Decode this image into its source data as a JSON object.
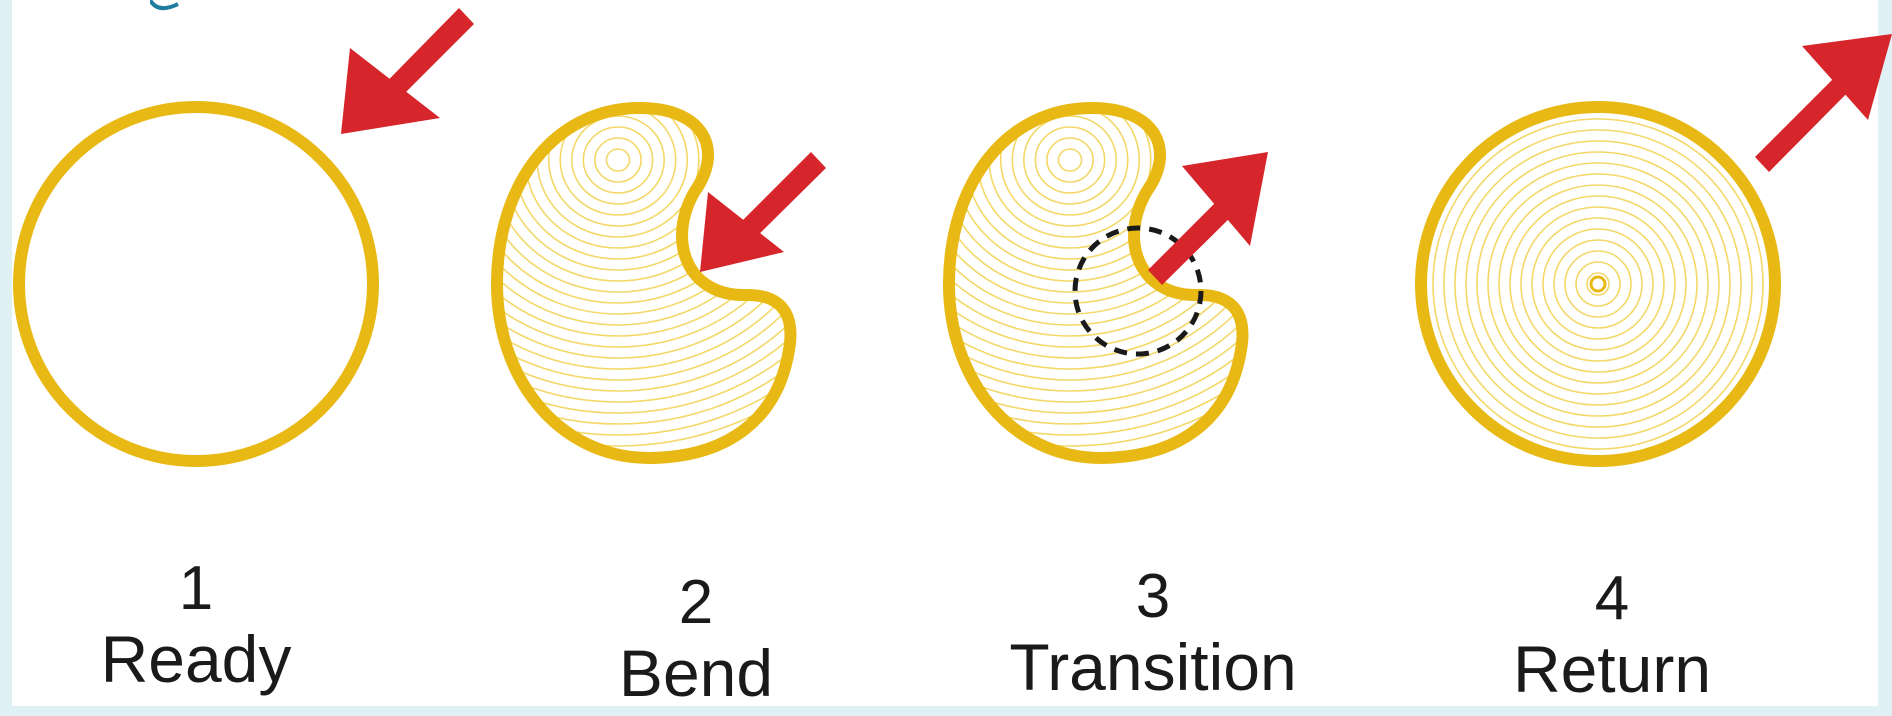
{
  "steps": [
    {
      "number": "1",
      "label": "Ready"
    },
    {
      "number": "2",
      "label": "Bend"
    },
    {
      "number": "3",
      "label": "Transition"
    },
    {
      "number": "4",
      "label": "Return"
    }
  ],
  "colors": {
    "outline": "#e8b914",
    "fill_lines": "#f3d868",
    "arrow": "#d6252b",
    "text": "#1a1a1a",
    "border": "#dff1f4"
  },
  "arrow_directions": [
    "inward",
    "inward",
    "outward",
    "outward"
  ]
}
